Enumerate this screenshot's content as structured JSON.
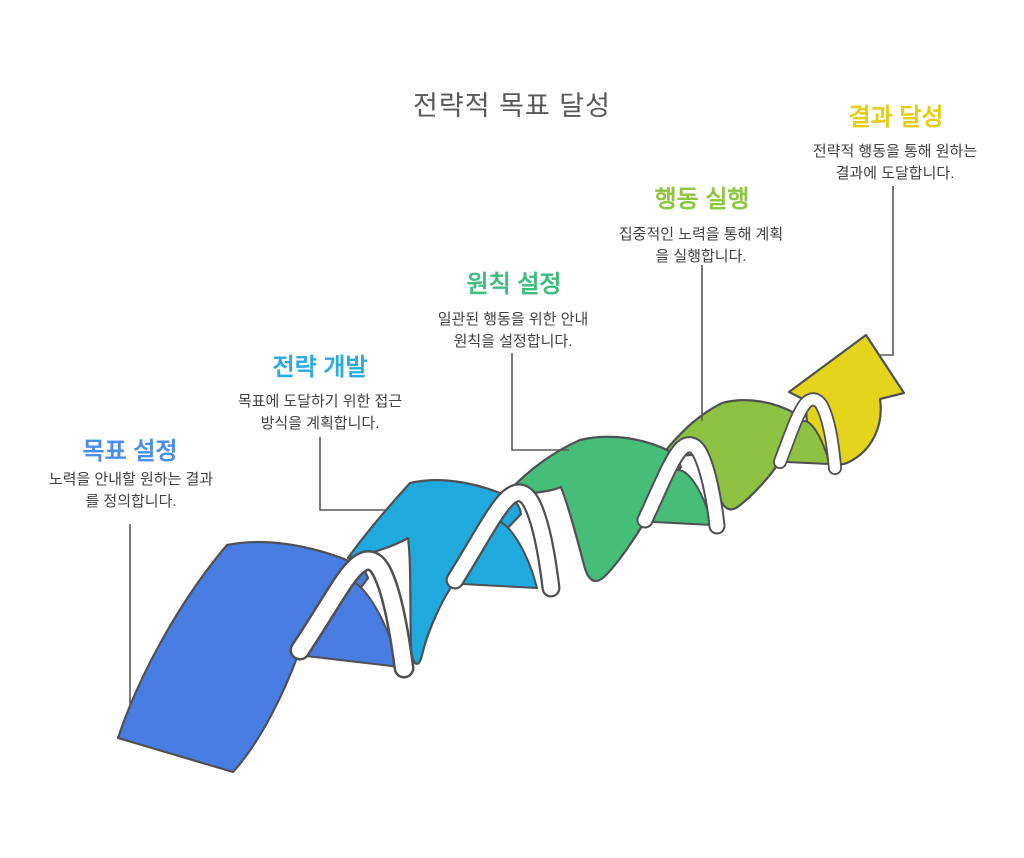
{
  "title": {
    "text": "전략적 목표 달성",
    "color": "#58595b"
  },
  "stages": [
    {
      "label": "목표 설정",
      "label_color": "#4a8cf0",
      "ribbon_color": "#4a7de2",
      "desc_line1": "노력을 안내할 원하는 결과",
      "desc_line2": "를 정의합니다."
    },
    {
      "label": "전략 개발",
      "label_color": "#29abe2",
      "ribbon_color": "#1fa9dd",
      "desc_line1": "목표에 도달하기 위한 접근",
      "desc_line2": "방식을 계획합니다."
    },
    {
      "label": "원칙 설정",
      "label_color": "#3dbe7d",
      "ribbon_color": "#47bd7a",
      "desc_line1": "일관된 행동을 위한 안내",
      "desc_line2": "원칙을 설정합니다."
    },
    {
      "label": "행동 실행",
      "label_color": "#8dc63f",
      "ribbon_color": "#8fc142",
      "desc_line1": "집중적인 노력을 통해 계획",
      "desc_line2": "을 실행합니다."
    },
    {
      "label": "결과 달성",
      "label_color": "#e3ce14",
      "ribbon_color": "#e5d41c",
      "desc_line1": "전략적 행동을 통해 원하는",
      "desc_line2": "결과에 도달합니다."
    }
  ],
  "desc_color": "#414042",
  "outline_color": "#4f5054",
  "connector_color": "#58595b",
  "curl_white": "#ffffff",
  "background": "#ffffff"
}
